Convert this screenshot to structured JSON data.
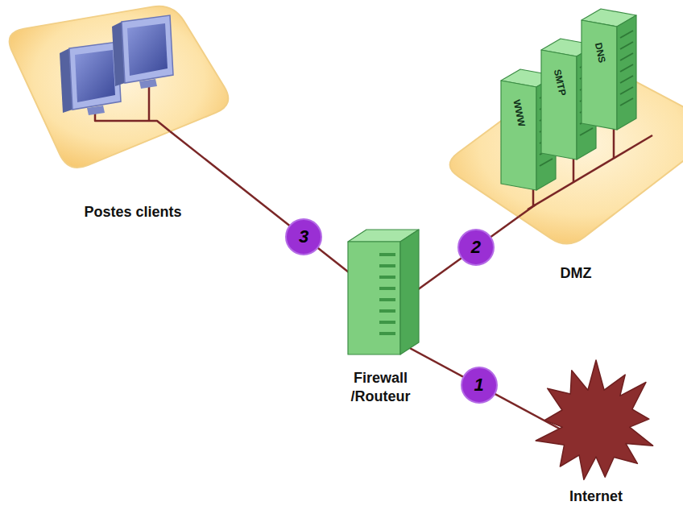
{
  "diagram": {
    "nodes": [
      {
        "text": [
          "Postes clients"
        ]
      },
      {
        "text": [
          "DMZ"
        ]
      },
      {
        "text": [
          "WWW"
        ],
        "in": 1
      },
      {
        "text": [
          "SMTP"
        ],
        "in": 1
      },
      {
        "text": [
          "DNS"
        ],
        "in": 1
      },
      {
        "text": [
          "Firewall /Routeur"
        ]
      },
      {
        "text": [
          "Internet"
        ]
      }
    ],
    "edges": [
      {
        "from": 5,
        "to": 0,
        "label": "3",
        "arrow": "none"
      },
      {
        "from": 5,
        "to": 1,
        "label": "2",
        "arrow": "none"
      },
      {
        "from": 5,
        "to": 6,
        "label": "1",
        "arrow": "none"
      }
    ]
  }
}
